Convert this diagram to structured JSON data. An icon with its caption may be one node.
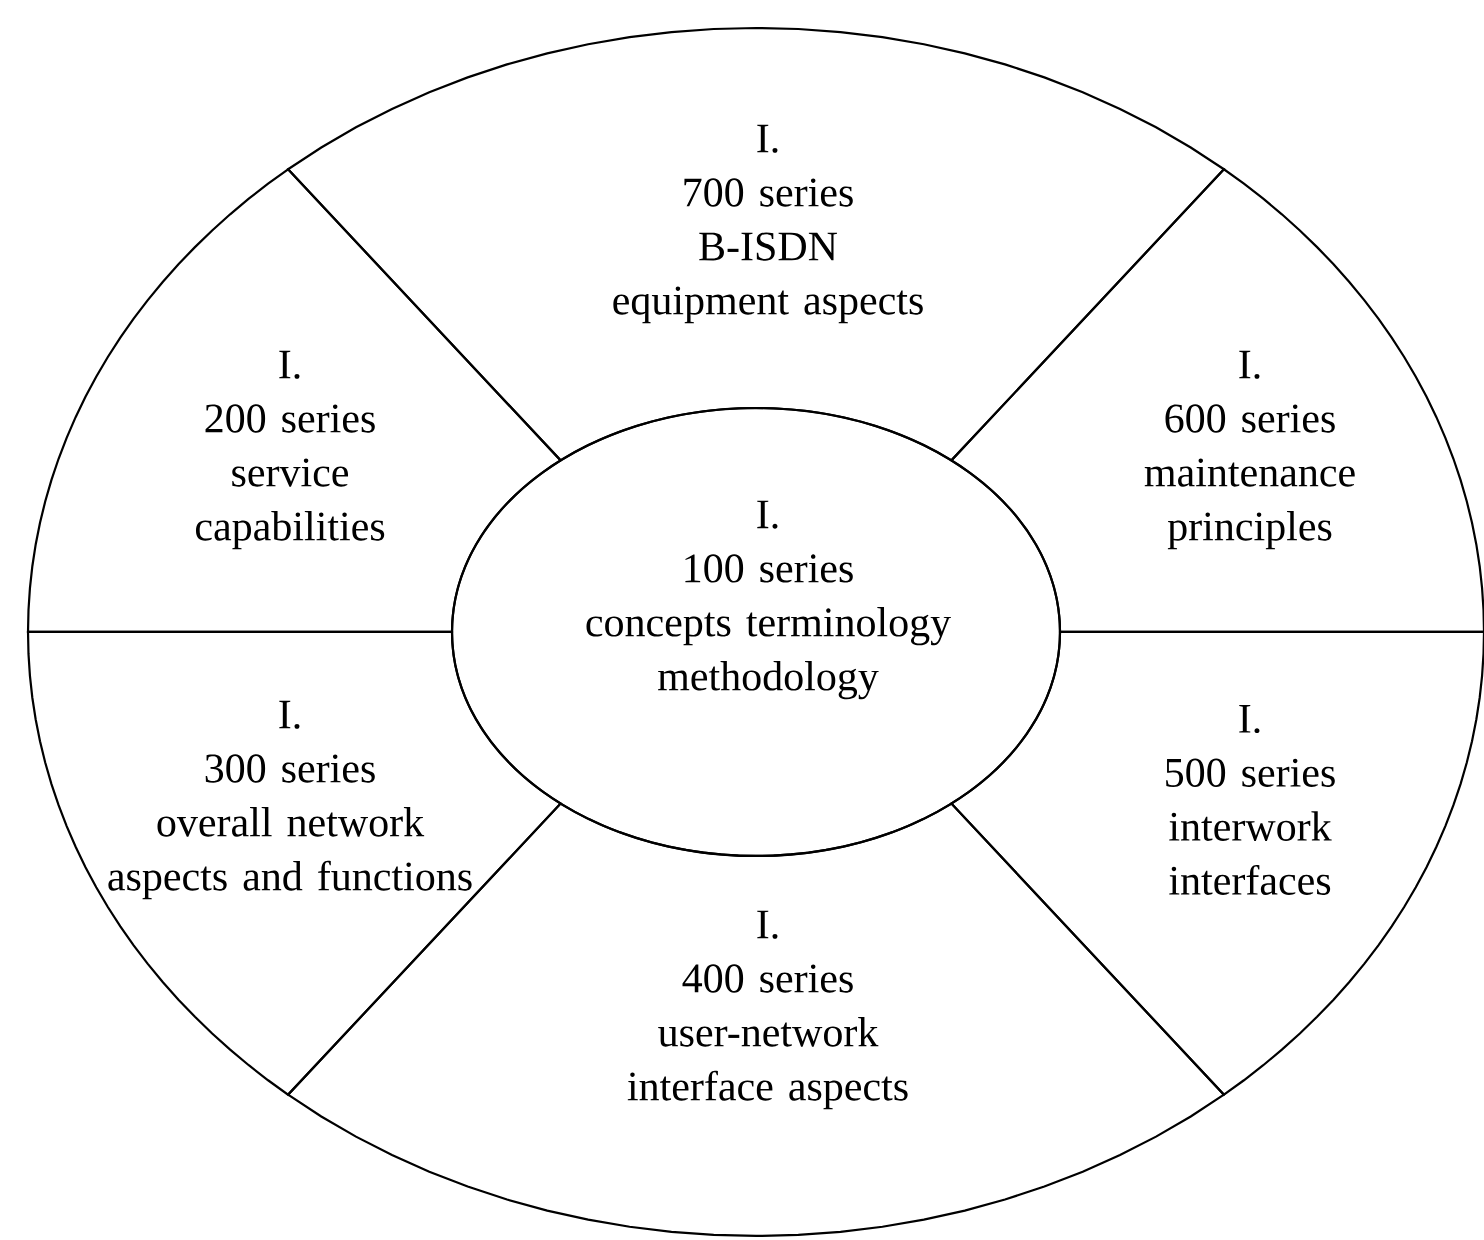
{
  "diagram": {
    "nodes": [
      {
        "text": [
          "I.",
          "700 series",
          "B-ISDN equipment aspects"
        ]
      },
      {
        "text": [
          "I.",
          "200 series",
          "service capabilities"
        ]
      },
      {
        "text": [
          "I.",
          "600 series",
          "maintenance principles"
        ]
      },
      {
        "text": [
          "I.",
          "100 series",
          "concepts terminology methodology"
        ]
      },
      {
        "text": [
          "I.",
          "300 series",
          "overall network aspects and functions"
        ]
      },
      {
        "text": [
          "I.",
          "500 series",
          "interwork interfaces"
        ]
      },
      {
        "text": [
          "I.",
          "400 series",
          "user-network interface aspects"
        ]
      }
    ]
  }
}
